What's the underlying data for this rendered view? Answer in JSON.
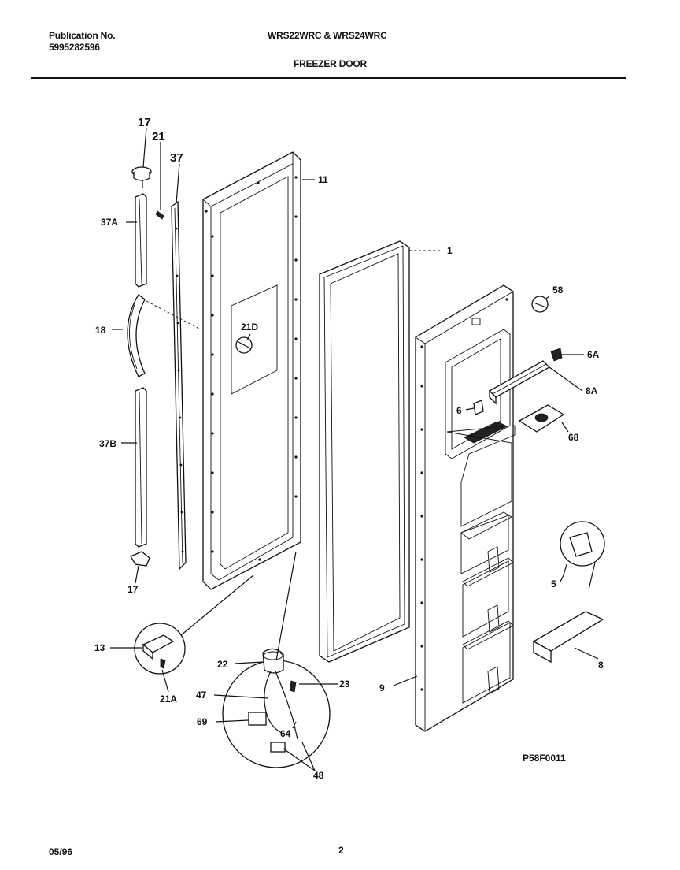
{
  "header": {
    "publication_label": "Publication No.",
    "publication_number": "5995282596",
    "models": "WRS22WRC & WRS24WRC",
    "section": "FREEZER DOOR"
  },
  "callouts": {
    "p17_top": "17",
    "p21": "21",
    "p37": "37",
    "p37A": "37A",
    "p18": "18",
    "p37B": "37B",
    "p17_bottom": "17",
    "p11": "11",
    "p1": "1",
    "p21D": "21D",
    "p58": "58",
    "p6A": "6A",
    "p8A": "8A",
    "p6": "6",
    "p68": "68",
    "p5": "5",
    "p8": "8",
    "p9": "9",
    "p13": "13",
    "p21A": "21A",
    "p22": "22",
    "p23": "23",
    "p47": "47",
    "p69": "69",
    "p64": "64",
    "p48": "48"
  },
  "diagram_code": "P58F0011",
  "footer": {
    "date": "05/96",
    "page": "2"
  }
}
